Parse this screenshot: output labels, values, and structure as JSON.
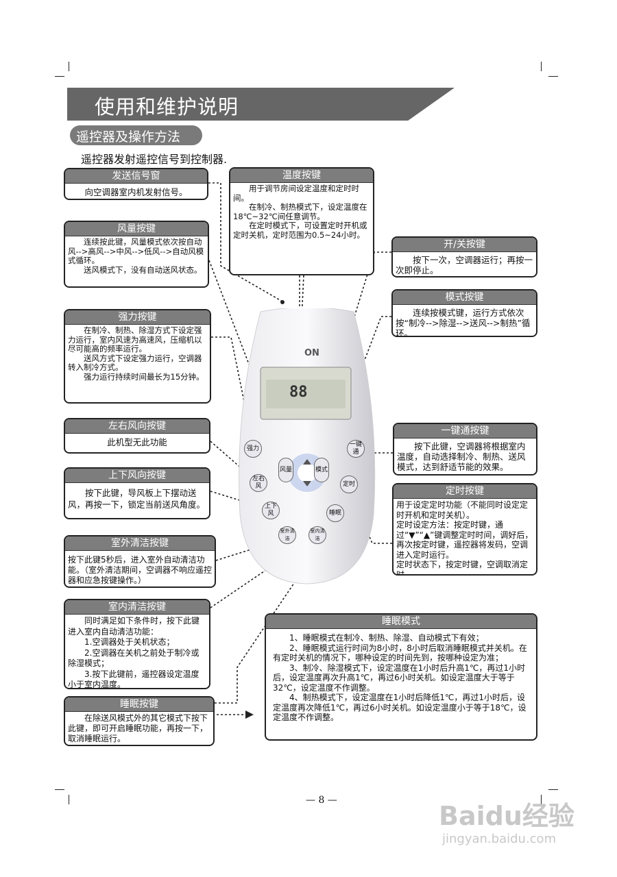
{
  "header": {
    "title": "使用和维护说明",
    "subtitle": "遥控器及操作方法",
    "intro": "遥控器发射遥控信号到控制器."
  },
  "boxes": {
    "send": {
      "title": "发送信号窗",
      "body": "向空调器室内机发射信号。"
    },
    "fan": {
      "title": "风量按键",
      "body": "　　连续按此键，风量模式依次按自动风-->高风-->中风-->低风-->自动风模式循环。\n　　送风模式下，没有自动送风状态。"
    },
    "power": {
      "title": "强力按键",
      "body": "　　在制冷、制热、除湿方式下设定强力运行，室内风速为高速风，压缩机以尽可能高的频率运行。\n　　送风方式下设定强力运行，空调器转入制冷方式。\n　　强力运行持续时间最长为15分钟。"
    },
    "lr": {
      "title": "左右风向按键",
      "body": "此机型无此功能"
    },
    "ud": {
      "title": "上下风向按键",
      "body": "　　按下此键，导风板上下摆动送风，再按一下，锁定当前送风角度。"
    },
    "outclean": {
      "title": "室外清洁按键",
      "body": "按下此键5秒后，进入室外自动清洁功能。（室外清洁期间，空调器不响应遥控器和应急按键操作。）"
    },
    "inclean": {
      "title": "室内清洁按键",
      "body": "　　同时满足如下条件时，按下此键进入室内自动清洁功能：\n　　1.空调器处于关机状态；\n　　2.空调器在关机之前处于制冷或除湿模式；\n　　3.按下此键前，遥控器设定温度小于室内温度。"
    },
    "sleepkey": {
      "title": "睡眠按键",
      "body": "　　在除送风模式外的其它模式下按下此键，即可开启睡眠功能，再按一下，取消睡眠运行。"
    },
    "temp": {
      "title": "温度按键",
      "body": "　　用于调节房间设定温度和定时时间。\n　　在制冷、制热模式下，设定温度在18℃~32℃间任意调节。\n　　在定时模式下，可设置定时开机或定时关机，定时范围为0.5~24小时。"
    },
    "onoff": {
      "title": "开/关按键",
      "body": "　　按下一次，空调器运行；再按一次即停止。"
    },
    "mode": {
      "title": "模式按键",
      "body": "　　连续按模式键，运行方式依次按“制冷-->除湿-->送风-->制热”循环。"
    },
    "onekey": {
      "title": "一键通按键",
      "body": "　　按下此键，空调器将根据室内温度，自动选择制冷、制热、送风模式，达到舒适节能的效果。"
    },
    "timer": {
      "title": "定时按键",
      "body": "用于设定定时功能（不能同时设定定时开机和定时关机）。\n定时设定方法：按定时键，通过“▼”“▲”键调整定时时间，调好后，再次按定时键，遥控器将发码，空调进入定时运行。\n定时状态下，按定时键，空调取消定时。"
    },
    "sleepmode": {
      "title": "睡眠模式",
      "body": "　　1、睡眠模式在制冷、制热、除湿、自动模式下有效；\n　　2、睡眠模式运行时间为8小时，8小时后取消睡眠模式并关机。在有定时关机的情况下，哪种设定的时间先到，按哪种设定为准；\n　　3、制冷、除湿模式下，设定温度在1小时后升高1℃，再过1小时后，设定温度再次升高1℃，再过6小时关机。如设定温度大于等于32℃，设定温度不作调整。\n　　4、制热模式下，设定温度在1小时后降低1℃，再过1小时后，设定温度再次降低1℃，再过6小时关机。如设定温度小于等于18℃，设定温度不作调整。"
    }
  },
  "remote": {
    "brand": "ON",
    "display": "88",
    "buttons": {
      "power": "强力",
      "lr": "左右风",
      "ud": "上下风",
      "outclean": "室外清洁",
      "inclean": "室内清洁",
      "fan": "风量",
      "mode": "模式",
      "onekey": "一键通",
      "timer": "定时",
      "sleep": "睡眠"
    }
  },
  "footer": {
    "page": "— 8 —",
    "watermark": "Baidu经验",
    "watermark_url": "jingyan.baidu.com"
  }
}
